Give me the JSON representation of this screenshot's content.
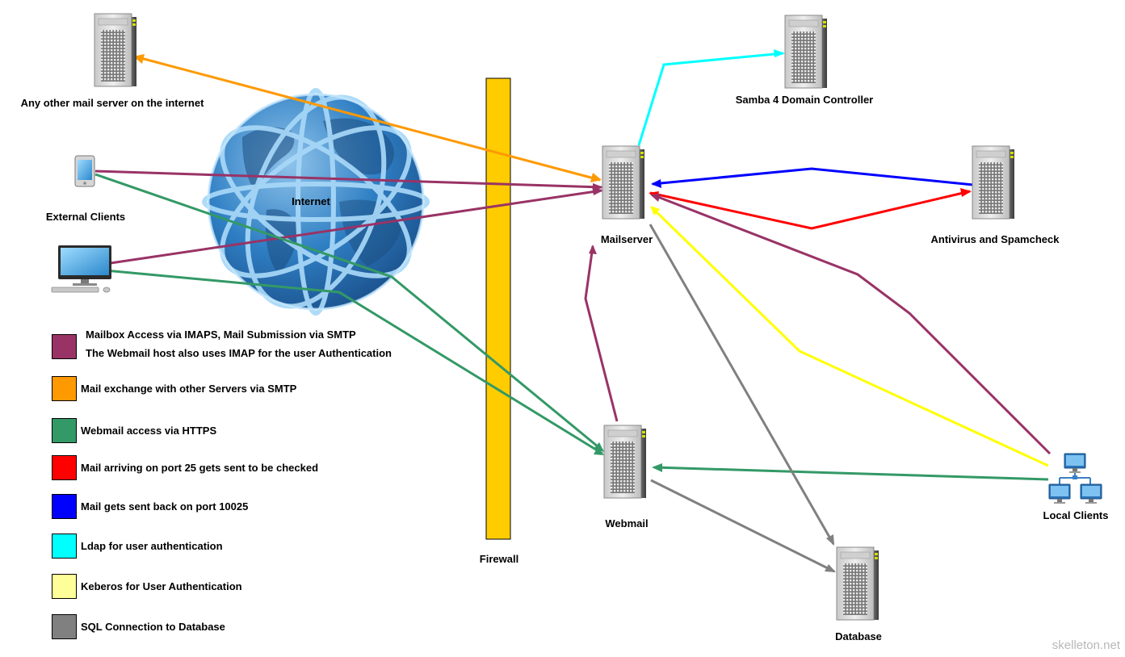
{
  "nodes": {
    "any_mail_server": "Any other mail server on the internet",
    "external_clients": "External Clients",
    "internet": "Internet",
    "firewall": "Firewall",
    "mailserver": "Mailserver",
    "samba": "Samba 4 Domain Controller",
    "antivirus": "Antivirus and Spamcheck",
    "webmail": "Webmail",
    "local_clients": "Local Clients",
    "database": "Database"
  },
  "legend": [
    {
      "color": "#993366",
      "line1": "Mailbox Access via IMAPS, Mail Submission via SMTP",
      "line2": "The Webmail host also uses IMAP for the user Authentication"
    },
    {
      "color": "#ff9900",
      "line1": "Mail exchange with other Servers via SMTP"
    },
    {
      "color": "#339966",
      "line1": "Webmail access via HTTPS"
    },
    {
      "color": "#ff0000",
      "line1": "Mail arriving on port 25 gets sent to be checked"
    },
    {
      "color": "#0000ff",
      "line1": "Mail gets sent back on port 10025"
    },
    {
      "color": "#00ffff",
      "line1": "Ldap for user authentication"
    },
    {
      "color": "#ffff99",
      "line1": "Keberos for User Authentication"
    },
    {
      "color": "#808080",
      "line1": "SQL Connection to Database"
    }
  ],
  "colors": {
    "imap": "#993366",
    "smtp": "#ff9900",
    "https": "#339966",
    "port25": "#ff0000",
    "port10025": "#0000ff",
    "ldap": "#00ffff",
    "kerberos": "#ffff00",
    "sql": "#808080",
    "firewall": "#ffcc00"
  },
  "watermark": "skelleton.net"
}
